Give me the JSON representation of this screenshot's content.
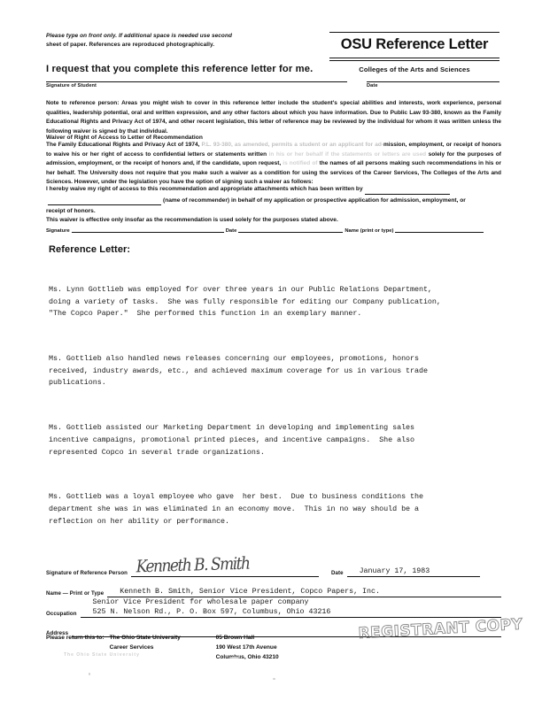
{
  "header": {
    "type_note_line1": "Please type on front only. If additional space is needed use second",
    "type_note_line2": "sheet of paper. References are reproduced photographically.",
    "request_line": "I request that you complete this reference letter for me.",
    "title": "OSU Reference Letter",
    "subtitle": "Colleges of the Arts and Sciences"
  },
  "student_row": {
    "signature_label": "Signature of Student",
    "date_label": "Date"
  },
  "legal": {
    "note_label": "Note to reference person:",
    "note_text": " Areas you might wish to cover in this reference letter include the student's special abilities and interests, work experience, personal qualities, leadership potential, oral and written expression, and any other factors about which you have information. Due to Public Law 93-380, known as the Family Educational Rights and Privacy Act of 1974, and other recent legislation, this letter of reference may be reviewed by the individual for whom it was written unless the following waiver is signed by that individual.",
    "waiver_heading": "Waiver of Right of Access to Letter of Recommendation",
    "waiver_p_start": "The Family Educational Rights and Privacy Act of 1974, ",
    "waiver_p_faded1": "P.L. 93-380, as amended, permits a student or an applicant for ad-",
    "waiver_p_faded_tail": "mission, employment, or receipt of honors to waive his",
    "waiver_p_line2_start": "or her right of access to confidential letters or statements written ",
    "waiver_p_line2_faded": "in his or her behalf if the statements or letters are used",
    "waiver_p_line2_tail": " solely for the purposes of",
    "waiver_p_line3_start": "admission, employment, or the receipt of honors and, if the candidate, upon request, ",
    "waiver_p_line3_faded": "is notified of",
    "waiver_p_line3_tail": " the names of all persons making such",
    "waiver_p_line4": "recommendations in his or her behalf. The University does not require that you make such a waiver as a condition for using the services of the",
    "waiver_p_line5": "Career Services, The Colleges of the Arts and Sciences. However, under the legislation you have the option of signing such a waiver as follows:"
  },
  "waiver_statement": {
    "line1": "I hereby waive my right of access to this recommendation and appropriate attachments which has been written by",
    "line2": "(name of recommender) in behalf of my application or prospective application for admission, employment, or",
    "line3": "receipt of honors.",
    "effective": "This waiver is effective only insofar as the recommendation is used solely for the purposes stated above.",
    "signature_label": "Signature",
    "date_label": "Date",
    "name_label": "Name (print or type)"
  },
  "reference_letter": {
    "heading": "Reference Letter:",
    "paragraphs": [
      "Ms. Lynn Gottlieb was employed for over three years in our Public Relations Department,\ndoing a variety of tasks.  She was fully responsible for editing our Company publication,\n\"The Copco Paper.\"  She performed this function in an exemplary manner.",
      "Ms. Gottlieb also handled news releases concerning our employees, promotions, honors\nreceived, industry awards, etc., and achieved maximum coverage for us in various trade\npublications.",
      "Ms. Gottlieb assisted our Marketing Department in developing and implementing sales\nincentive campaigns, promotional printed pieces, and incentive campaigns.  She also\nrepresented Copco in several trade organizations.",
      "Ms. Gottlieb was a loyal employee who gave  her best.  Due to business conditions the\ndepartment she was in was eliminated in an economy move.  This in no way should be a\nreflection on her ability or performance."
    ]
  },
  "bottom_form": {
    "signature_label": "Signature of Reference Person",
    "signature_value": "Kenneth B. Smith",
    "date_label": "Date",
    "date_value": "January 17, 1983",
    "name_label": "Name — Print or Type",
    "name_value": "Kenneth B. Smith, Senior Vice President, Copco Papers, Inc.",
    "occupation_label": "Occupation",
    "occupation_value": "Senior Vice President for wholesale  paper company",
    "occupation_address_value": "525 N. Nelson Rd., P. O. Box 597, Columbus, Ohio  43216",
    "address_label": "Address"
  },
  "return_block": {
    "label": "Please return this to:",
    "org_line1": "The Ohio State University",
    "org_line2": "Career Services",
    "addr_line1": "05 Brown Hall",
    "addr_line2": "190 West 17th Avenue",
    "addr_line3": "Columbus, Ohio 43210",
    "ghost_text": "The Ohio State University",
    "stamp": "REGISTRANT COPY"
  }
}
